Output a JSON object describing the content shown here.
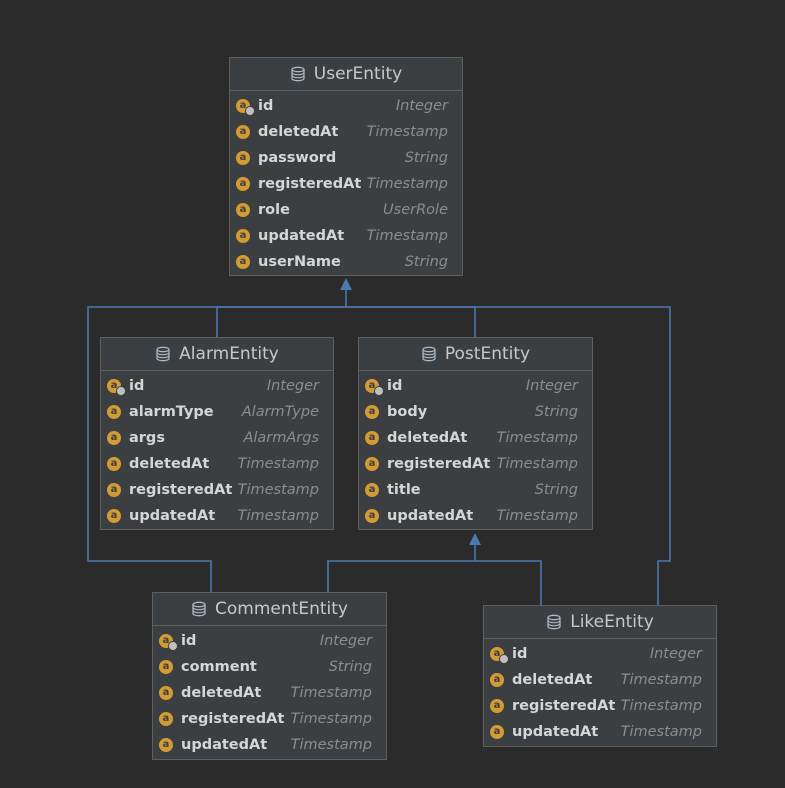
{
  "colors": {
    "background": "#2b2b2b",
    "box": "#3c3f41",
    "border": "#5e6060",
    "connector": "#4a78b0",
    "field_icon": "#d39b34",
    "field_name": "#d6d6d6",
    "field_type": "#8c8c8c"
  },
  "entities": {
    "user": {
      "name": "UserEntity",
      "fields": [
        {
          "name": "id",
          "type": "Integer",
          "key": true
        },
        {
          "name": "deletedAt",
          "type": "Timestamp"
        },
        {
          "name": "password",
          "type": "String"
        },
        {
          "name": "registeredAt",
          "type": "Timestamp"
        },
        {
          "name": "role",
          "type": "UserRole"
        },
        {
          "name": "updatedAt",
          "type": "Timestamp"
        },
        {
          "name": "userName",
          "type": "String"
        }
      ]
    },
    "alarm": {
      "name": "AlarmEntity",
      "fields": [
        {
          "name": "id",
          "type": "Integer",
          "key": true
        },
        {
          "name": "alarmType",
          "type": "AlarmType"
        },
        {
          "name": "args",
          "type": "AlarmArgs"
        },
        {
          "name": "deletedAt",
          "type": "Timestamp"
        },
        {
          "name": "registeredAt",
          "type": "Timestamp"
        },
        {
          "name": "updatedAt",
          "type": "Timestamp"
        }
      ]
    },
    "post": {
      "name": "PostEntity",
      "fields": [
        {
          "name": "id",
          "type": "Integer",
          "key": true
        },
        {
          "name": "body",
          "type": "String"
        },
        {
          "name": "deletedAt",
          "type": "Timestamp"
        },
        {
          "name": "registeredAt",
          "type": "Timestamp"
        },
        {
          "name": "title",
          "type": "String"
        },
        {
          "name": "updatedAt",
          "type": "Timestamp"
        }
      ]
    },
    "comment": {
      "name": "CommentEntity",
      "fields": [
        {
          "name": "id",
          "type": "Integer",
          "key": true
        },
        {
          "name": "comment",
          "type": "String"
        },
        {
          "name": "deletedAt",
          "type": "Timestamp"
        },
        {
          "name": "registeredAt",
          "type": "Timestamp"
        },
        {
          "name": "updatedAt",
          "type": "Timestamp"
        }
      ]
    },
    "like": {
      "name": "LikeEntity",
      "fields": [
        {
          "name": "id",
          "type": "Integer",
          "key": true
        },
        {
          "name": "deletedAt",
          "type": "Timestamp"
        },
        {
          "name": "registeredAt",
          "type": "Timestamp"
        },
        {
          "name": "updatedAt",
          "type": "Timestamp"
        }
      ]
    }
  },
  "links": [
    {
      "from": "alarm",
      "to": "user"
    },
    {
      "from": "post",
      "to": "user"
    },
    {
      "from": "comment",
      "to": "user"
    },
    {
      "from": "like",
      "to": "user"
    },
    {
      "from": "comment",
      "to": "post"
    },
    {
      "from": "like",
      "to": "post"
    }
  ]
}
